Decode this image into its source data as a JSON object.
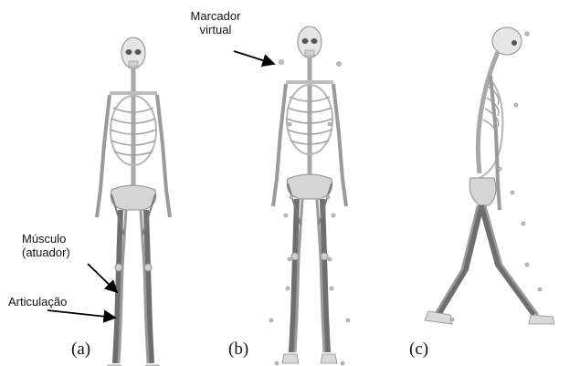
{
  "annotations": {
    "marker_line1": "Marcador",
    "marker_line2": "virtual",
    "muscle_line1": "Músculo",
    "muscle_line2": "(atuador)",
    "joint": "Articulação"
  },
  "panels": [
    {
      "label": "(a)",
      "view": "front skeleton with muscles"
    },
    {
      "label": "(b)",
      "view": "front skeleton with virtual markers"
    },
    {
      "label": "(c)",
      "view": "side skeleton walking"
    }
  ],
  "colors": {
    "bone": "#d9d9d9",
    "bone_stroke": "#8c8c8c",
    "muscle": "#6e6e6e",
    "marker": "#bdbdbd",
    "arrow": "#000000"
  }
}
